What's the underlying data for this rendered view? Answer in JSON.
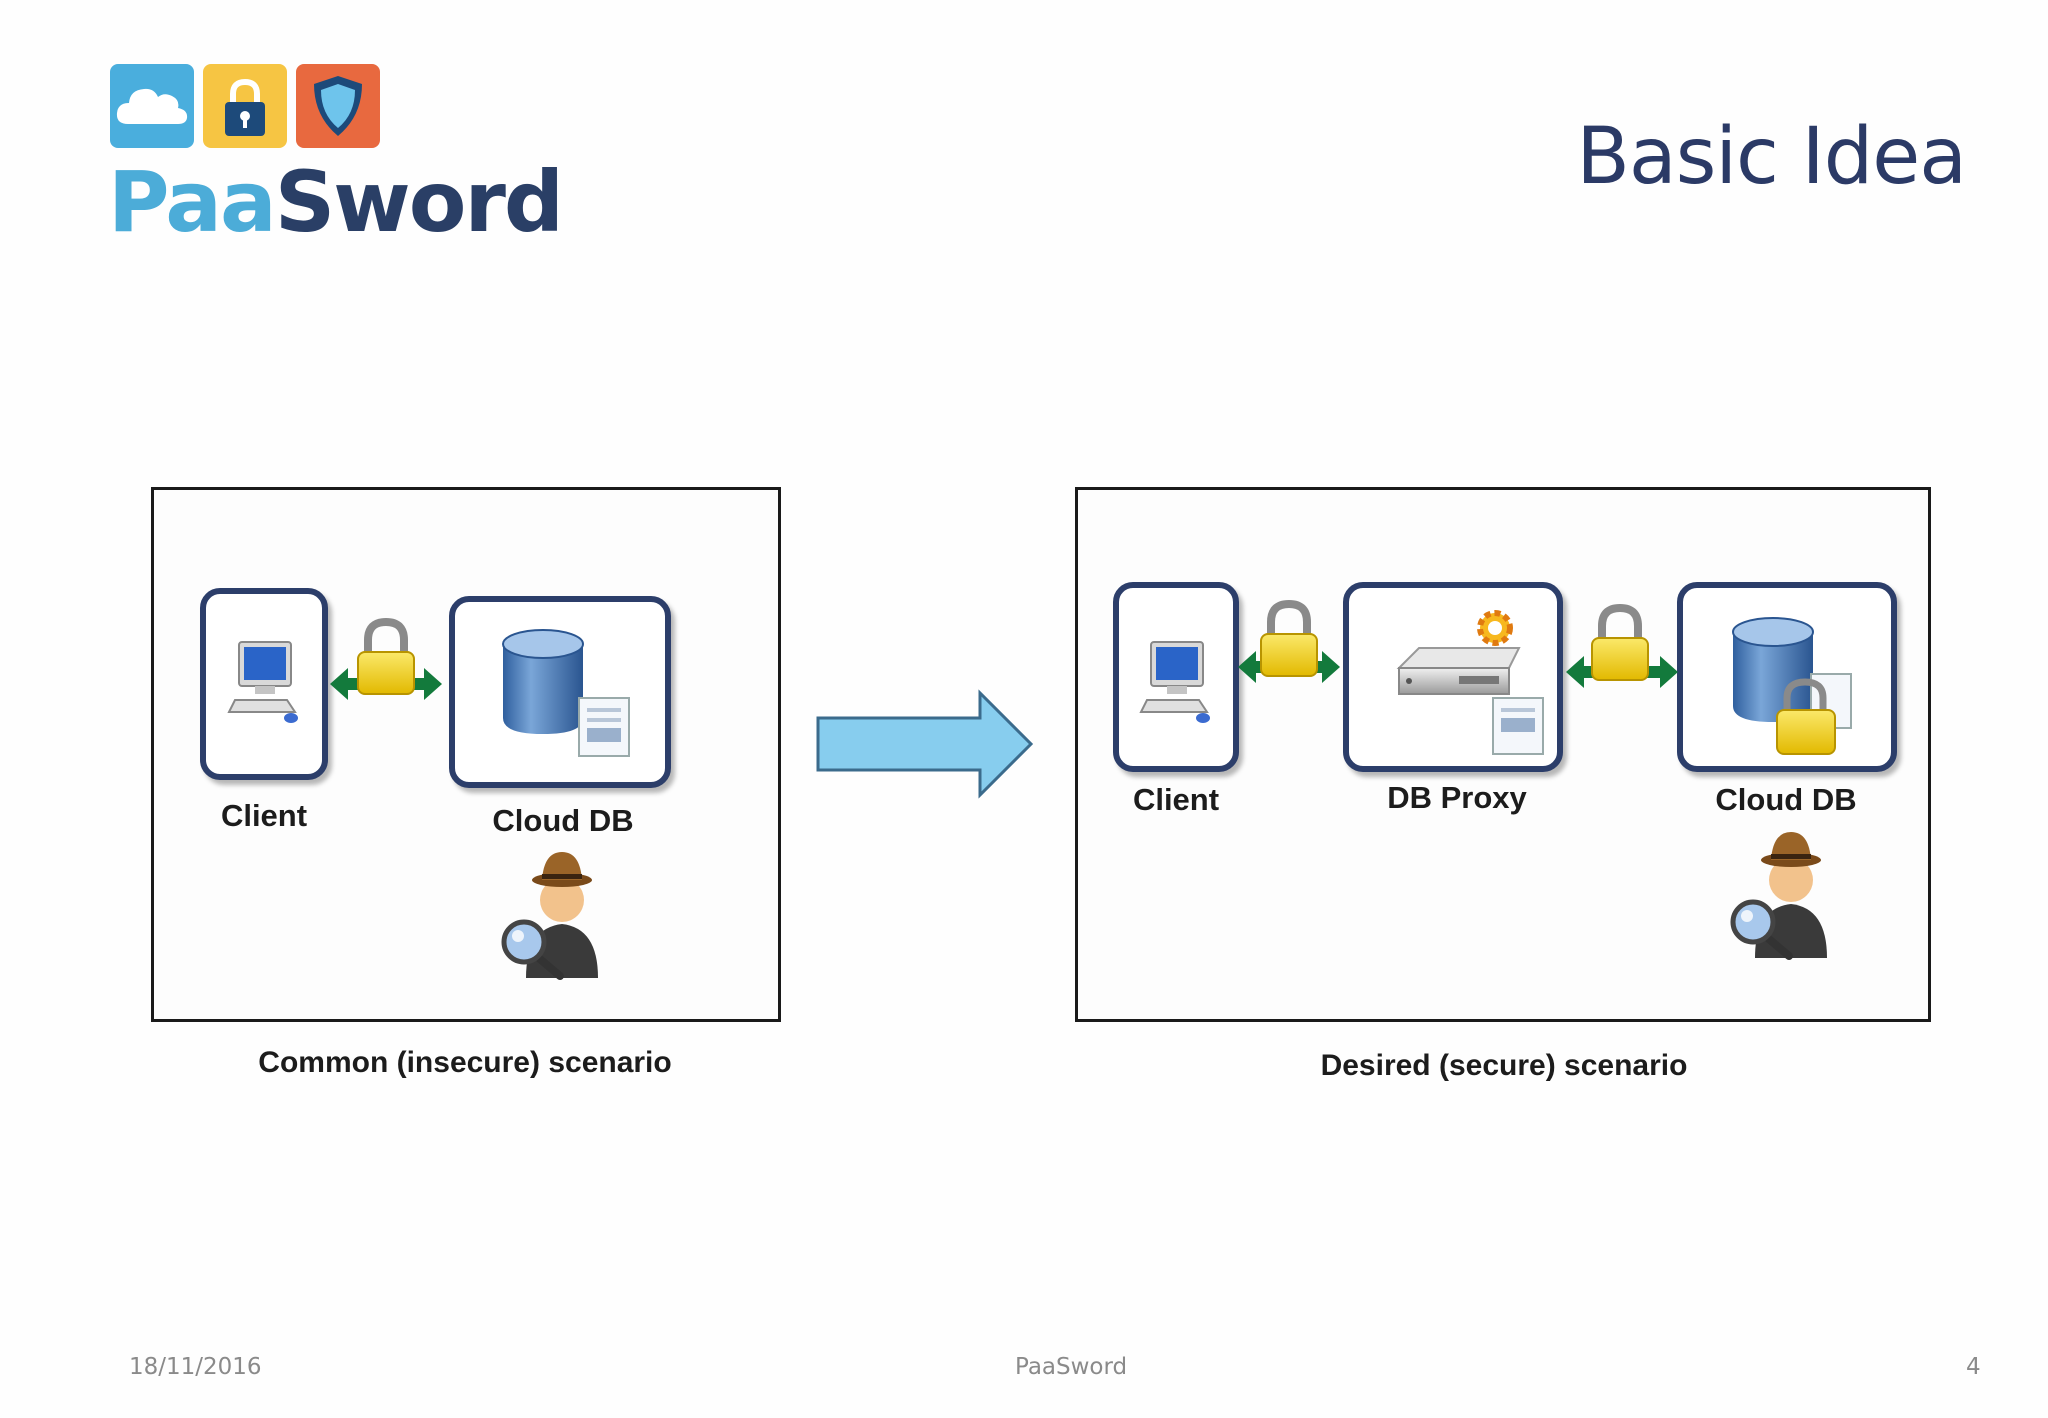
{
  "logo": {
    "brand_part1": "Paa",
    "brand_part2": "Sword",
    "tiles": [
      {
        "icon": "cloud-icon",
        "color": "#4aaedd"
      },
      {
        "icon": "padlock-icon",
        "color": "#f6c543"
      },
      {
        "icon": "shield-icon",
        "color": "#e8693f"
      }
    ]
  },
  "slide": {
    "title": "Basic Idea"
  },
  "insecure_scenario": {
    "caption": "Common (insecure) scenario",
    "client_label": "Client",
    "cloud_db_label": "Cloud DB"
  },
  "secure_scenario": {
    "caption": "Desired (secure) scenario",
    "client_label": "Client",
    "proxy_label": "DB Proxy",
    "cloud_db_label": "Cloud DB"
  },
  "footer": {
    "date": "18/11/2016",
    "center": "PaaSword",
    "page": "4"
  },
  "colors": {
    "title": "#2b3a66",
    "node_border": "#2c3e6a",
    "arrow_fill": "#87cdee",
    "link_green": "#137a3c",
    "lock_yellow": "#f3d21e"
  }
}
